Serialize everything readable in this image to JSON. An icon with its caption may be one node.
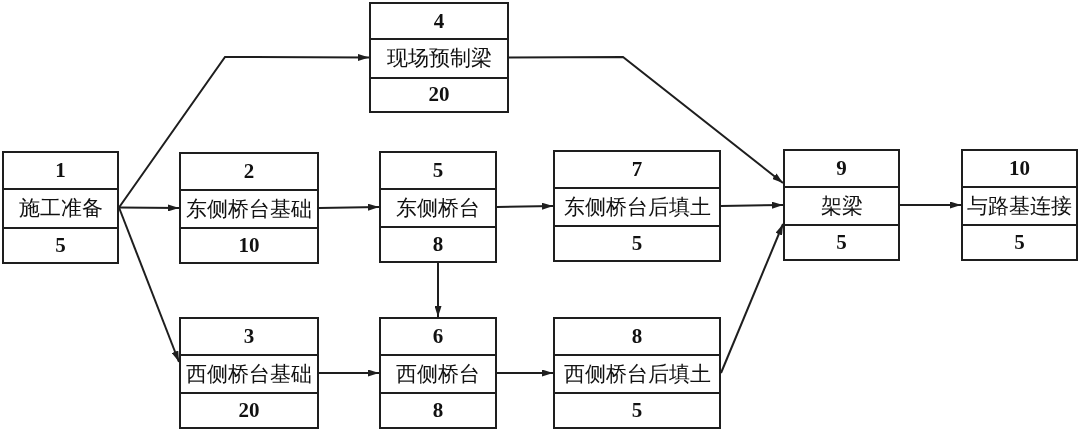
{
  "diagram": {
    "nodes": [
      {
        "text": [
          "1",
          "施工准备",
          "5"
        ]
      },
      {
        "text": [
          "2",
          "东侧桥台基础",
          "10"
        ]
      },
      {
        "text": [
          "3",
          "西侧桥台基础",
          "20"
        ]
      },
      {
        "text": [
          "4",
          "现场预制梁",
          "20"
        ]
      },
      {
        "text": [
          "5",
          "东侧桥台",
          "8"
        ]
      },
      {
        "text": [
          "6",
          "西侧桥台",
          "8"
        ]
      },
      {
        "text": [
          "7",
          "东侧桥台后填土",
          "5"
        ]
      },
      {
        "text": [
          "8",
          "西侧桥台后填土",
          "5"
        ]
      },
      {
        "text": [
          "9",
          "架梁",
          "5"
        ]
      },
      {
        "text": [
          "10",
          "与路基连接",
          "5"
        ]
      }
    ],
    "edges": [
      {
        "from": 0,
        "to": 3,
        "arrow": "to"
      },
      {
        "from": 0,
        "to": 1,
        "arrow": "to"
      },
      {
        "from": 0,
        "to": 2,
        "arrow": "to"
      },
      {
        "from": 1,
        "to": 4,
        "arrow": "to"
      },
      {
        "from": 2,
        "to": 5,
        "arrow": "to"
      },
      {
        "from": 4,
        "to": 5,
        "arrow": "to"
      },
      {
        "from": 4,
        "to": 6,
        "arrow": "to"
      },
      {
        "from": 5,
        "to": 7,
        "arrow": "to"
      },
      {
        "from": 3,
        "to": 8,
        "arrow": "to"
      },
      {
        "from": 6,
        "to": 8,
        "arrow": "to"
      },
      {
        "from": 7,
        "to": 8,
        "arrow": "to"
      },
      {
        "from": 8,
        "to": 9,
        "arrow": "to"
      }
    ]
  }
}
